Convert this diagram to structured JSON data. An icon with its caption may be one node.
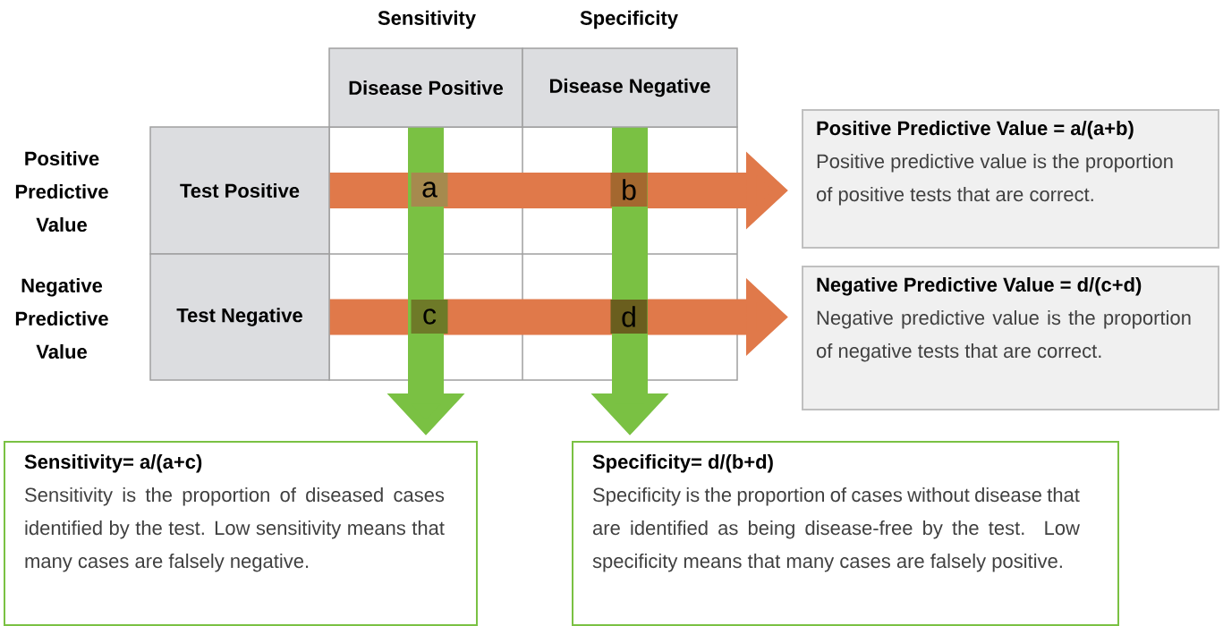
{
  "diagram": {
    "nodes": [
      {
        "text": [
          "Disease Positive"
        ]
      },
      {
        "text": [
          "Disease Negative"
        ]
      },
      {
        "text": [
          "Test Positive"
        ]
      },
      {
        "text": [
          "Test Negative"
        ]
      },
      {
        "text": [
          "Positive Predictive Value = a/(a+b)",
          "Positive predictive value is the proportion of positive tests that are correct."
        ]
      },
      {
        "text": [
          "Negative Predictive Value = d/(c+d)",
          "Negative predictive value is the proportion of negative tests that are correct."
        ]
      },
      {
        "text": [
          "Sensitivity= a/(a+c)",
          "Sensitivity is the proportion of diseased cases identified by the test. Low sensitivity means that many cases are falsely negative."
        ]
      },
      {
        "text": [
          "Specificity= d/(b+d)",
          "Specificity is the proportion of cases without disease that are identified as being disease-free by the test. Low specificity means that many cases are falsely positive."
        ]
      }
    ],
    "edges": [
      {
        "from": 2,
        "to": 4,
        "arrow": "to",
        "color": "#e0794a"
      },
      {
        "from": 3,
        "to": 5,
        "arrow": "to",
        "color": "#e0794a"
      },
      {
        "from": 0,
        "to": 6,
        "arrow": "to",
        "color": "#7ac143"
      },
      {
        "from": 1,
        "to": 7,
        "arrow": "to",
        "color": "#7ac143"
      }
    ],
    "labels": [
      "Sensitivity",
      "Specificity",
      "Positive Predictive Value",
      "Negative Predictive Value",
      "a",
      "b",
      "c",
      "d"
    ]
  }
}
